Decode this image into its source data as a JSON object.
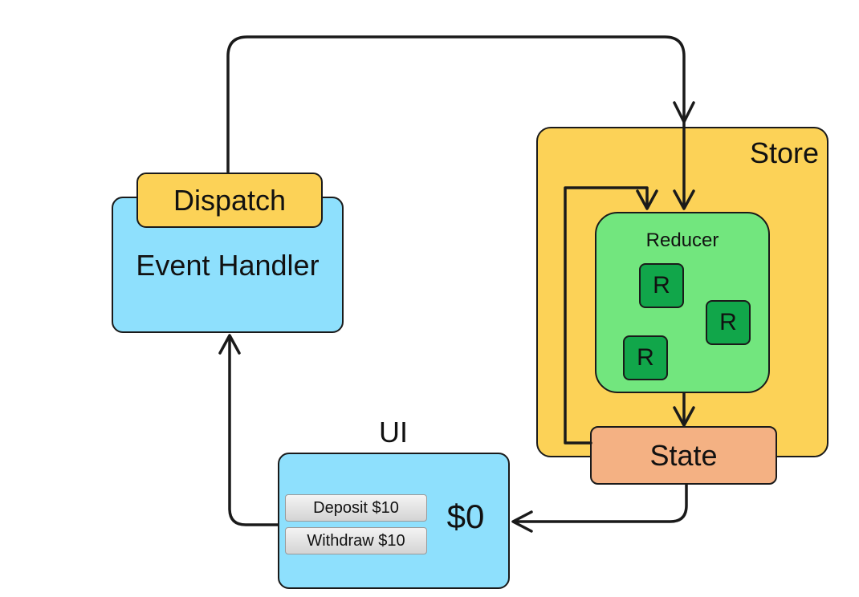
{
  "store": {
    "label": "Store"
  },
  "reducer": {
    "label": "Reducer",
    "item_label": "R"
  },
  "state": {
    "label": "State"
  },
  "event_handler": {
    "label": "Event Handler",
    "dispatch_label": "Dispatch"
  },
  "ui": {
    "title": "UI",
    "deposit_button": "Deposit $10",
    "withdraw_button": "Withdraw $10",
    "balance": "$0"
  },
  "colors": {
    "store": "#fcd257",
    "reducer": "#72e67e",
    "reducer_item": "#11a64a",
    "state": "#f4b183",
    "component": "#8ee0fd",
    "dispatch": "#fcd257",
    "line": "#1a1a1a"
  }
}
